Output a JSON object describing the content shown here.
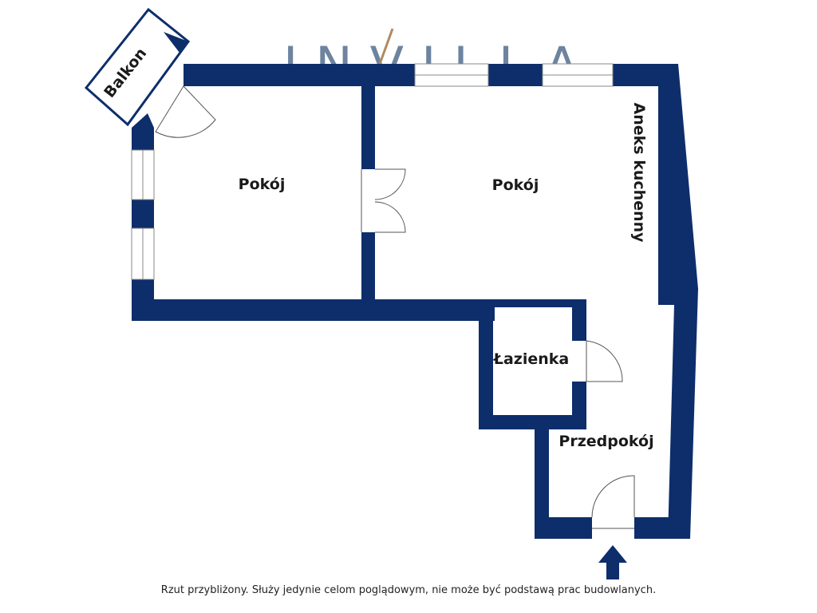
{
  "logo": {
    "text": "INVILLA",
    "accent_color": "#b08a60",
    "text_color": "#3d5a80"
  },
  "rooms": {
    "balcony": "Balkon",
    "room_left": "Pokój",
    "room_right": "Pokój",
    "kitchenette": "Aneks kuchenny",
    "bathroom": "Łazienka",
    "hallway": "Przedpokój"
  },
  "entrance": {
    "icon": "arrow-up-icon"
  },
  "disclaimer": "Rzut przybliżony. Służy jedynie celom poglądowym, nie może być podstawą prac budowlanych.",
  "colors": {
    "wall": "#0d2e6b",
    "background": "#ffffff",
    "door_line": "#555555"
  }
}
